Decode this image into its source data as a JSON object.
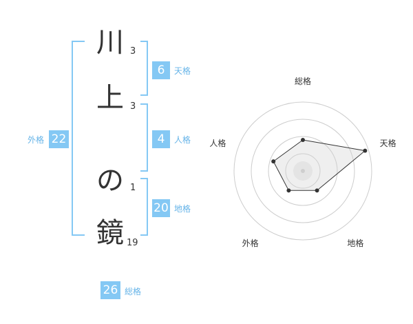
{
  "name": {
    "chars": [
      "川",
      "上",
      "の",
      "鏡"
    ],
    "strokes": [
      "3",
      "3",
      "1",
      "19"
    ]
  },
  "kaku": {
    "tenkaku": {
      "value": "6",
      "label": "天格"
    },
    "jinkaku": {
      "value": "4",
      "label": "人格"
    },
    "chikaku": {
      "value": "20",
      "label": "地格"
    },
    "gaikaku": {
      "value": "22",
      "label": "外格"
    },
    "soukaku": {
      "value": "26",
      "label": "総格"
    }
  },
  "colors": {
    "accent": "#84c8f4",
    "label_text": "#66b4e8",
    "char_text": "#333333"
  },
  "chart_data": {
    "type": "radar",
    "axes": [
      "総格",
      "天格",
      "地格",
      "外格",
      "人格"
    ],
    "rings": 4,
    "values": [
      0.45,
      0.95,
      0.35,
      0.35,
      0.45
    ],
    "max": 1
  }
}
